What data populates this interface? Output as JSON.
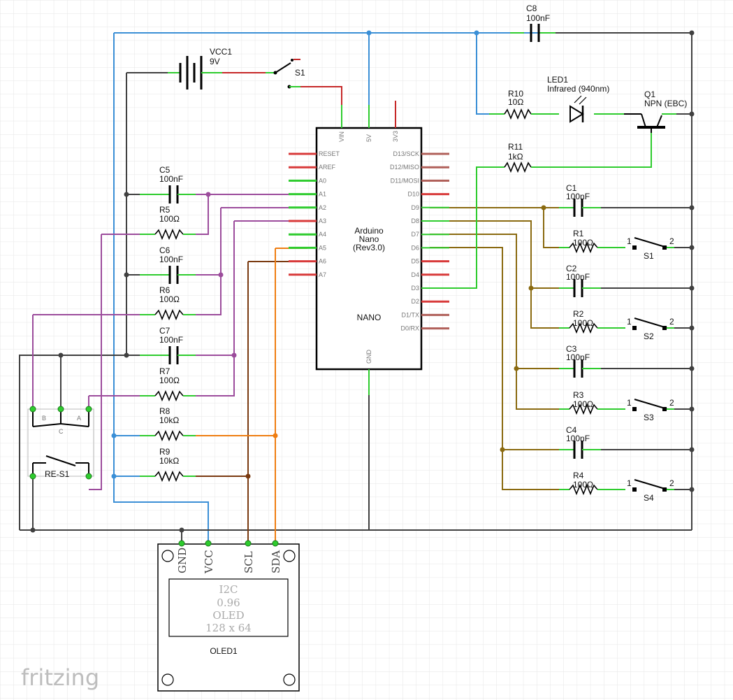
{
  "colors": {
    "vcc_wire": "#3b8fd6",
    "gnd_wire": "#404040",
    "vin_wire": "#c62828",
    "a_wire": "#9c4c9c",
    "d_wire": "#8a6a10",
    "scl_wire": "#7a3a10",
    "sda_wire": "#ef7d11",
    "pin_end": "#2ecc2e",
    "grid": "#e6e6e6"
  },
  "battery": {
    "name": "VCC1",
    "value": "9V"
  },
  "power_switch": {
    "name": "S1"
  },
  "arduino": {
    "title": "Arduino\nNano\n(Rev3.0)",
    "label": "NANO",
    "top_pins": [
      "VIN",
      "5V",
      "3V3"
    ],
    "bottom_pin": "GND",
    "left_pins": [
      "RESET",
      "AREF",
      "A0",
      "A1",
      "A2",
      "A3",
      "A4",
      "A5",
      "A6",
      "A7"
    ],
    "right_pins": [
      "D13/SCK",
      "D12/MISO",
      "D11/MOSI",
      "D10",
      "D9",
      "D8",
      "D7",
      "D6",
      "D5",
      "D4",
      "D3",
      "D2",
      "D1/TX",
      "D0/RX"
    ]
  },
  "left_parts": [
    {
      "name": "C5",
      "value": "100nF"
    },
    {
      "name": "R5",
      "value": "100Ω"
    },
    {
      "name": "C6",
      "value": "100nF"
    },
    {
      "name": "R6",
      "value": "100Ω"
    },
    {
      "name": "C7",
      "value": "100nF"
    },
    {
      "name": "R7",
      "value": "100Ω"
    },
    {
      "name": "R8",
      "value": "10kΩ"
    },
    {
      "name": "R9",
      "value": "10kΩ"
    }
  ],
  "encoder": {
    "name": "RE-S1",
    "pins": [
      "B",
      "C",
      "A"
    ]
  },
  "top_right": {
    "c8": {
      "name": "C8",
      "value": "100nF"
    },
    "r10": {
      "name": "R10",
      "value": "10Ω"
    },
    "led": {
      "name": "LED1",
      "value": "Infrared (940nm)"
    },
    "q1": {
      "name": "Q1",
      "value": "NPN (EBC)"
    },
    "r11": {
      "name": "R11",
      "value": "1kΩ"
    }
  },
  "button_rows": [
    {
      "cap": "C1",
      "cap_value": "100nF",
      "res": "R1",
      "res_value": "100Ω",
      "sw": "S1"
    },
    {
      "cap": "C2",
      "cap_value": "100nF",
      "res": "R2",
      "res_value": "100Ω",
      "sw": "S2"
    },
    {
      "cap": "C3",
      "cap_value": "100nF",
      "res": "R3",
      "res_value": "100Ω",
      "sw": "S3"
    },
    {
      "cap": "C4",
      "cap_value": "100nF",
      "res": "R4",
      "res_value": "100Ω",
      "sw": "S4"
    }
  ],
  "switch_pins": [
    "1",
    "2"
  ],
  "oled": {
    "name": "OLED1",
    "pins": [
      "GND",
      "VCC",
      "SCL",
      "SDA"
    ],
    "lines": [
      "I2C",
      "0.96",
      "OLED",
      "128 x 64"
    ]
  },
  "watermark": "fritzing"
}
